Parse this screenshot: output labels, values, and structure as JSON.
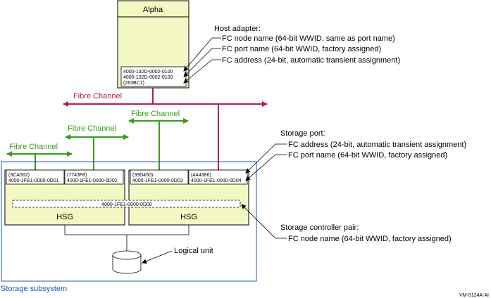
{
  "host": {
    "title": "Alpha",
    "adapter_lines": [
      "4000-132D-0002-0100",
      "4000-132D-0002-0100",
      "(263BC1)"
    ]
  },
  "host_adapter_callout": {
    "heading": "Host adapter:",
    "items": [
      "FC node name (64-bit WWID, same as port name)",
      "FC port name (64-bit WWID, factory assigned)",
      "FC address (24-bit, automatic transient assignment)"
    ]
  },
  "networks": {
    "red_label": "Fibre Channel",
    "green_labels": [
      "Fibre Channel",
      "Fibre Channel",
      "Fibre Channel"
    ]
  },
  "storage_port_callout": {
    "heading": "Storage port:",
    "items": [
      "FC address (24-bit, automatic transient assignment)",
      "FC port name (64-bit WWID, factory assigned)"
    ]
  },
  "ports": [
    {
      "addr": "(3CA562)",
      "wwid": "4000-1FE1-0000-0D01"
    },
    {
      "addr": "(7743F8)",
      "wwid": "4000-1FE1-0000-0D02"
    },
    {
      "addr": "(39D450)",
      "wwid": "4000-1FE1-0000-0D03"
    },
    {
      "addr": "(4A4386)",
      "wwid": "4000-1FE1-0000-0D04"
    }
  ],
  "controllers": {
    "node_name": "4000-1FE1-0000-0D00",
    "labels": [
      "HSG",
      "HSG"
    ]
  },
  "controller_pair_callout": {
    "heading": "Storage controller pair:",
    "items": [
      "FC node name (64-bit WWID, factory assigned)"
    ]
  },
  "logical_unit": "Logical unit",
  "subsystem_label": "Storage subsystem",
  "figure_id": "VM-0124A-AI",
  "colors": {
    "box_fill": "#f2f7c4",
    "green": "#3a9a1e",
    "red": "#b01e4e",
    "blue": "#1f57b8"
  }
}
